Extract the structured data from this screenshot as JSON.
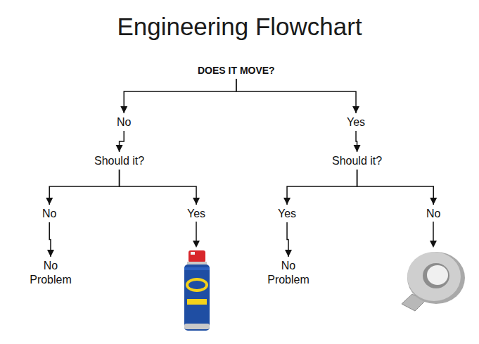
{
  "diagram": {
    "title": "Engineering Flowchart",
    "nodes": [
      {
        "text": [
          "DOES IT MOVE?"
        ]
      },
      {
        "text": [
          "No"
        ]
      },
      {
        "text": [
          "Yes"
        ]
      },
      {
        "text": [
          "Should it?"
        ]
      },
      {
        "text": [
          "Should it?"
        ]
      },
      {
        "text": [
          "No"
        ]
      },
      {
        "text": [
          "Yes"
        ]
      },
      {
        "text": [
          "Yes"
        ]
      },
      {
        "text": [
          "No"
        ]
      },
      {
        "text": [
          "No Problem"
        ]
      },
      {
        "text": [
          "No Problem"
        ]
      }
    ],
    "edges": [
      {
        "from": 0,
        "to": 1,
        "arrow": "to"
      },
      {
        "from": 0,
        "to": 2,
        "arrow": "to"
      },
      {
        "from": 1,
        "to": 3,
        "arrow": "to"
      },
      {
        "from": 2,
        "to": 4,
        "arrow": "to"
      },
      {
        "from": 3,
        "to": 5,
        "arrow": "to"
      },
      {
        "from": 3,
        "to": 6,
        "arrow": "to"
      },
      {
        "from": 4,
        "to": 7,
        "arrow": "to"
      },
      {
        "from": 4,
        "to": 8,
        "arrow": "to"
      },
      {
        "from": 5,
        "to": 9,
        "arrow": "to"
      },
      {
        "from": 7,
        "to": 10,
        "arrow": "to"
      }
    ]
  }
}
